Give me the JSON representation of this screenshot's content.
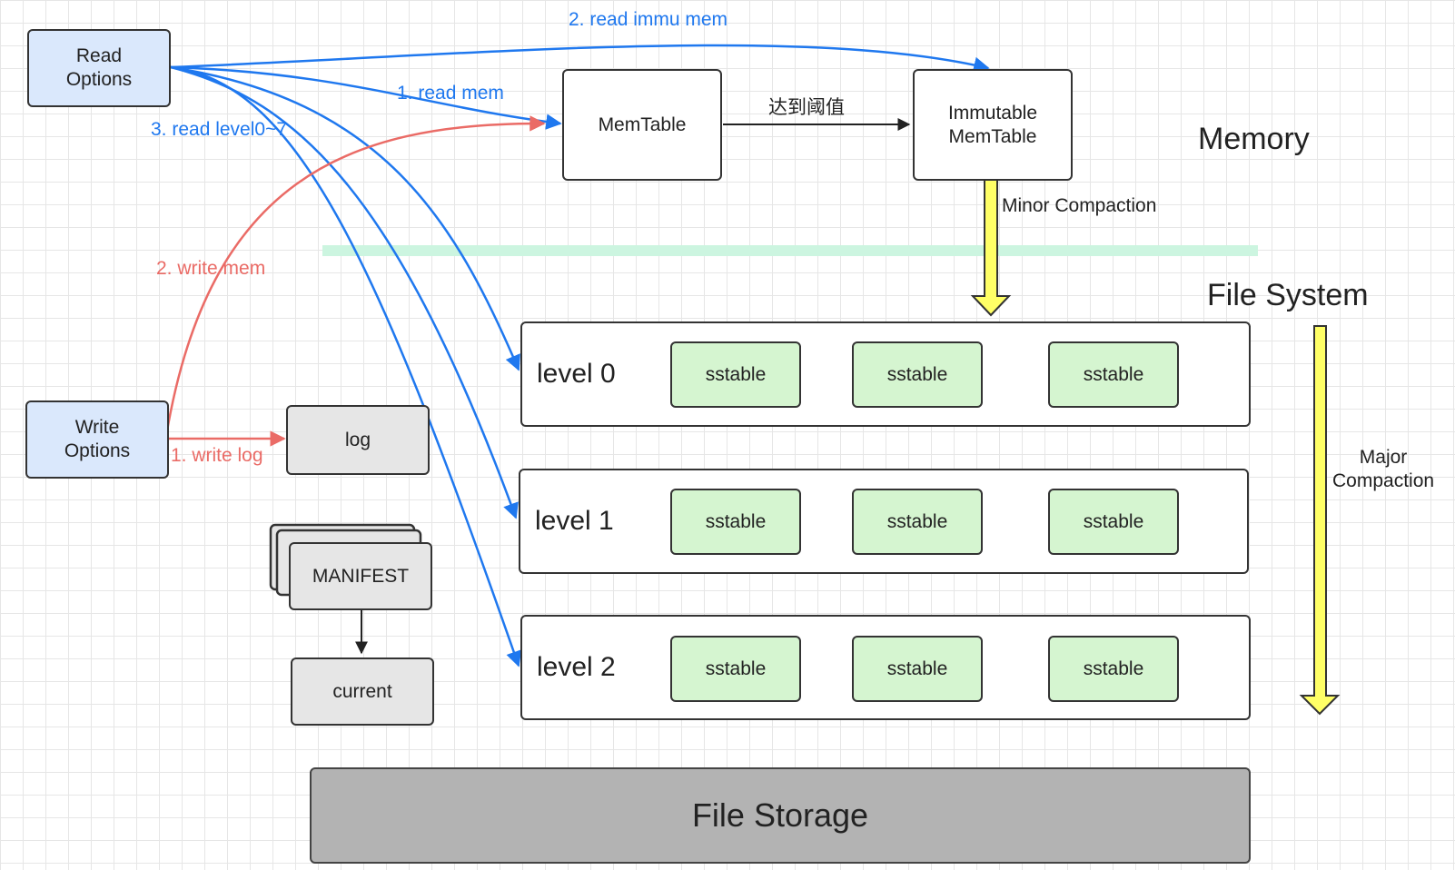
{
  "read_options": "Read\nOptions",
  "write_options": "Write\nOptions",
  "memtable": "MemTable",
  "immutable_memtable": "Immutable\nMemTable",
  "log": "log",
  "manifest": "MANIFEST",
  "current": "current",
  "file_storage": "File Storage",
  "threshold_label": "达到阈值",
  "minor_compaction": "Minor Compaction",
  "major_compaction": "Major\nCompaction",
  "memory_title": "Memory",
  "file_system_title": "File System",
  "edges": {
    "read_mem": "1. read mem",
    "read_immu_mem": "2. read immu mem",
    "read_level": "3. read level0~7",
    "write_log": "1. write log",
    "write_mem": "2. write mem"
  },
  "levels": [
    {
      "label": "level  0",
      "sstables": [
        "sstable",
        "sstable",
        "sstable"
      ]
    },
    {
      "label": "level  1",
      "sstables": [
        "sstable",
        "sstable",
        "sstable"
      ]
    },
    {
      "label": "level  2",
      "sstables": [
        "sstable",
        "sstable",
        "sstable"
      ]
    }
  ],
  "colors": {
    "read": "#1f78ef",
    "write": "#ea6b66",
    "options_fill": "#dae8fc",
    "sstable_fill": "#d5f5d0",
    "compaction_arrow": "#ffff66",
    "separator": "#ccf5e0"
  }
}
